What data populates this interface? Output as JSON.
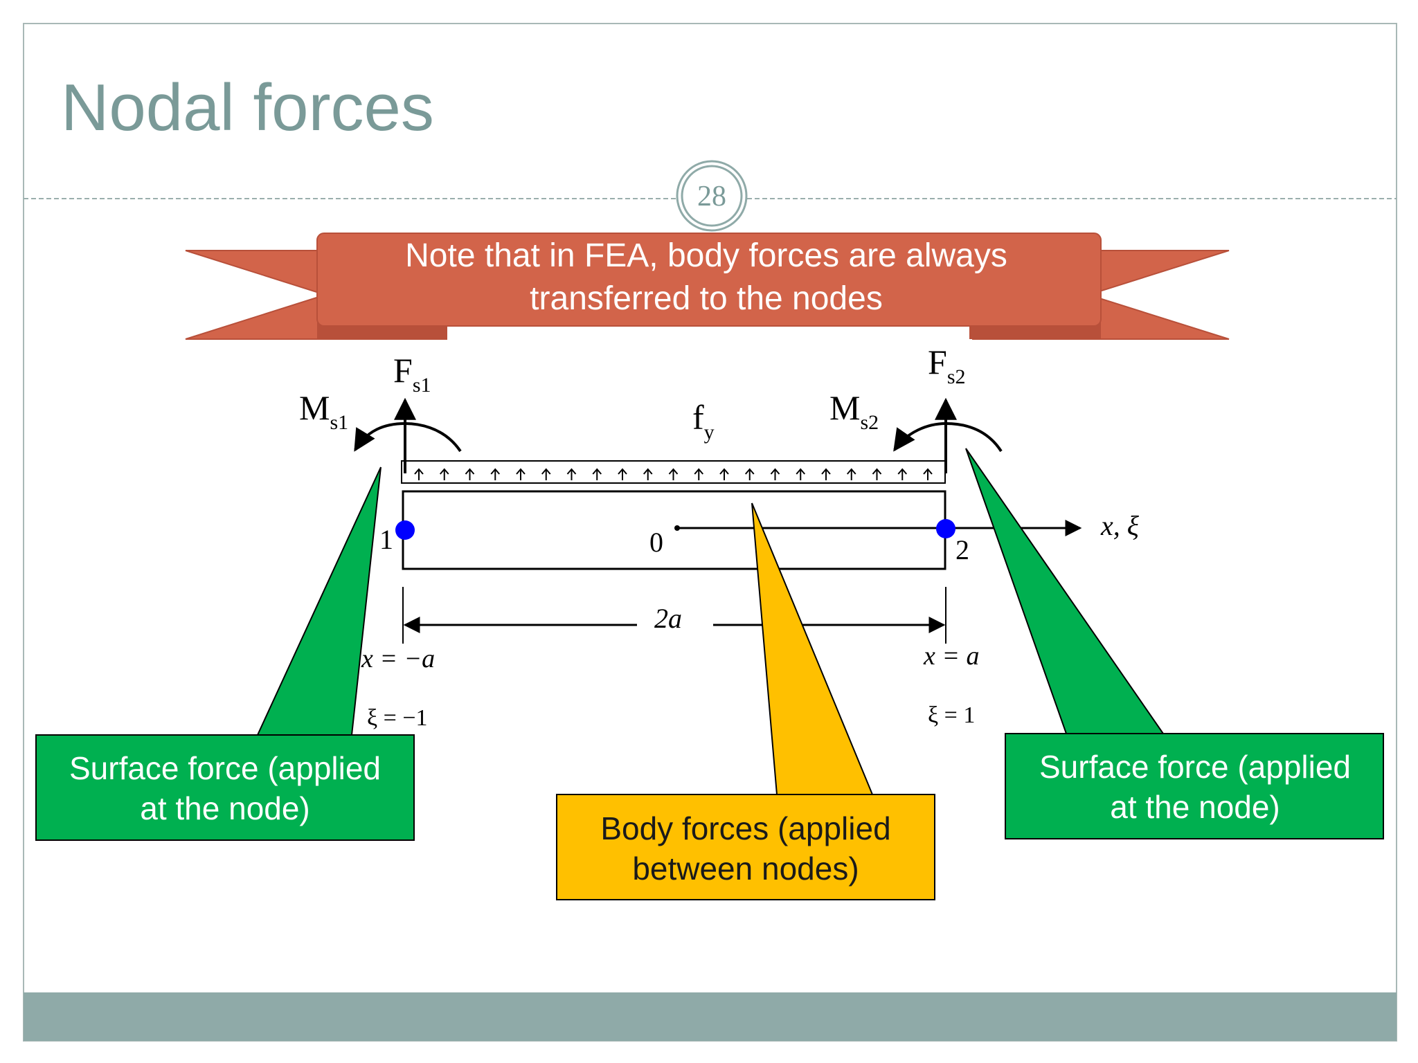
{
  "slide": {
    "title": "Nodal forces",
    "page_number": "28"
  },
  "banner": {
    "line1": "Note that in FEA, body forces are always",
    "line2": "transferred to the nodes",
    "color": "#D2644A"
  },
  "diagram": {
    "force_left": {
      "main": "F",
      "sub": "s1"
    },
    "force_right": {
      "main": "F",
      "sub": "s2"
    },
    "moment_left": {
      "main": "M",
      "sub": "s1"
    },
    "moment_right": {
      "main": "M",
      "sub": "s2"
    },
    "distributed_load": {
      "main": "f",
      "sub": "y"
    },
    "node_left_label": "1",
    "node_right_label": "2",
    "origin_label": "0",
    "axis_label": "x, ξ",
    "length_label": "2a",
    "left_x": "x = −a",
    "right_x": "x = a",
    "left_xi": "ξ = −1",
    "right_xi": "ξ = 1",
    "node_color": "#0000FF"
  },
  "callouts": {
    "left": {
      "line1": "Surface force (applied",
      "line2": "at the node)",
      "color": "#00B050"
    },
    "middle": {
      "line1": "Body forces (applied",
      "line2": "between nodes)",
      "color": "#FFC000"
    },
    "right": {
      "line1": "Surface force (applied",
      "line2": "at the node)",
      "color": "#00B050"
    }
  },
  "colors": {
    "title": "#7A9A98",
    "footer_bar": "#8FAAA8",
    "frame": "#A8B8B6"
  }
}
